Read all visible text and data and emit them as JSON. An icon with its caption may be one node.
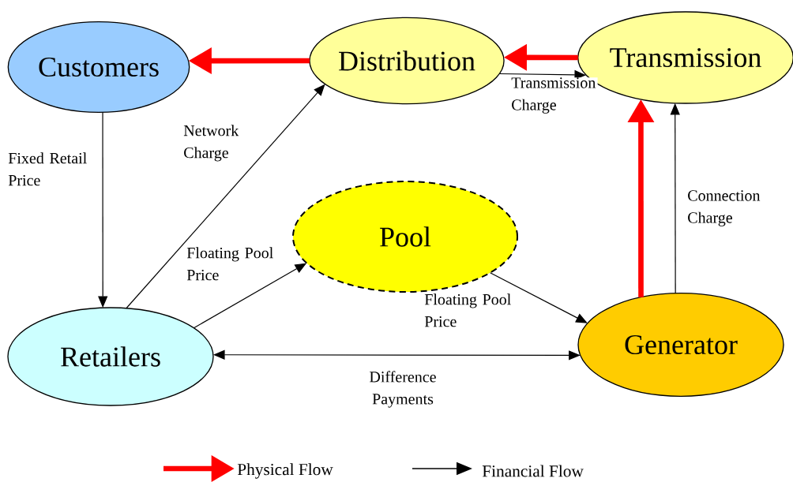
{
  "diagram": {
    "nodes": [
      {
        "text": [
          "Customers"
        ]
      },
      {
        "text": [
          "Distribution"
        ]
      },
      {
        "text": [
          "Transmission"
        ]
      },
      {
        "text": [
          "Pool"
        ]
      },
      {
        "text": [
          "Retailers"
        ]
      },
      {
        "text": [
          "Generator"
        ]
      }
    ],
    "edges": [
      {
        "from": 1,
        "to": 0,
        "arrow": "to",
        "style": "thick",
        "color": "#ff0000"
      },
      {
        "from": 2,
        "to": 1,
        "arrow": "to",
        "style": "thick",
        "color": "#ff0000"
      },
      {
        "from": 1,
        "to": 2,
        "arrow": "to",
        "label": "Transmission Charge"
      },
      {
        "from": 0,
        "to": 4,
        "arrow": "to",
        "label": "Fixed Retail Price"
      },
      {
        "from": 4,
        "to": 1,
        "arrow": "to",
        "label": "Network Charge"
      },
      {
        "from": 4,
        "to": 3,
        "arrow": "to",
        "label": "Floating Pool Price"
      },
      {
        "from": 3,
        "to": 5,
        "arrow": "to",
        "label": "Floating Pool Price"
      },
      {
        "from": 4,
        "to": 5,
        "arrow": "both",
        "label": "Difference Payments"
      },
      {
        "from": 5,
        "to": 2,
        "arrow": "to",
        "style": "thick",
        "color": "#ff0000"
      },
      {
        "from": 5,
        "to": 2,
        "arrow": "to",
        "label": "Connection Charge"
      }
    ],
    "legend": [
      {
        "text": "Physical Flow"
      },
      {
        "text": "Financial Flow"
      }
    ]
  }
}
